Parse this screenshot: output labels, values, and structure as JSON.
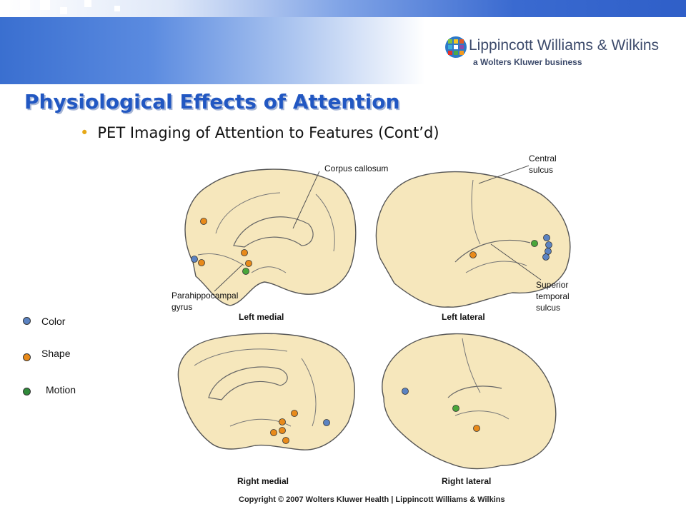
{
  "publisher": {
    "name": "Lippincott Williams & Wilkins",
    "tagline": "a Wolters Kluwer business"
  },
  "slide": {
    "title": "Physiological Effects of Attention",
    "bullet": "PET Imaging of Attention to Features (Cont’d)"
  },
  "legend": [
    {
      "label": "Color",
      "color": "#5b83c2"
    },
    {
      "label": "Shape",
      "color": "#e88a1a"
    },
    {
      "label": "Motion",
      "color": "#2f8a3a"
    }
  ],
  "figure": {
    "labels": {
      "corpus_callosum": "Corpus callosum",
      "central_sulcus_1": "Central",
      "central_sulcus_2": "sulcus",
      "parahippocampal_1": "Parahippocampal",
      "parahippocampal_2": "gyrus",
      "superior_1": "Superior",
      "superior_2": "temporal",
      "superior_3": "sulcus",
      "left_medial": "Left medial",
      "left_lateral": "Left lateral",
      "right_medial": "Right medial",
      "right_lateral": "Right lateral"
    },
    "brain_fill": "#f6e7bc"
  },
  "copyright": "Copyright © 2007 Wolters Kluwer Health | Lippincott Williams & Wilkins"
}
